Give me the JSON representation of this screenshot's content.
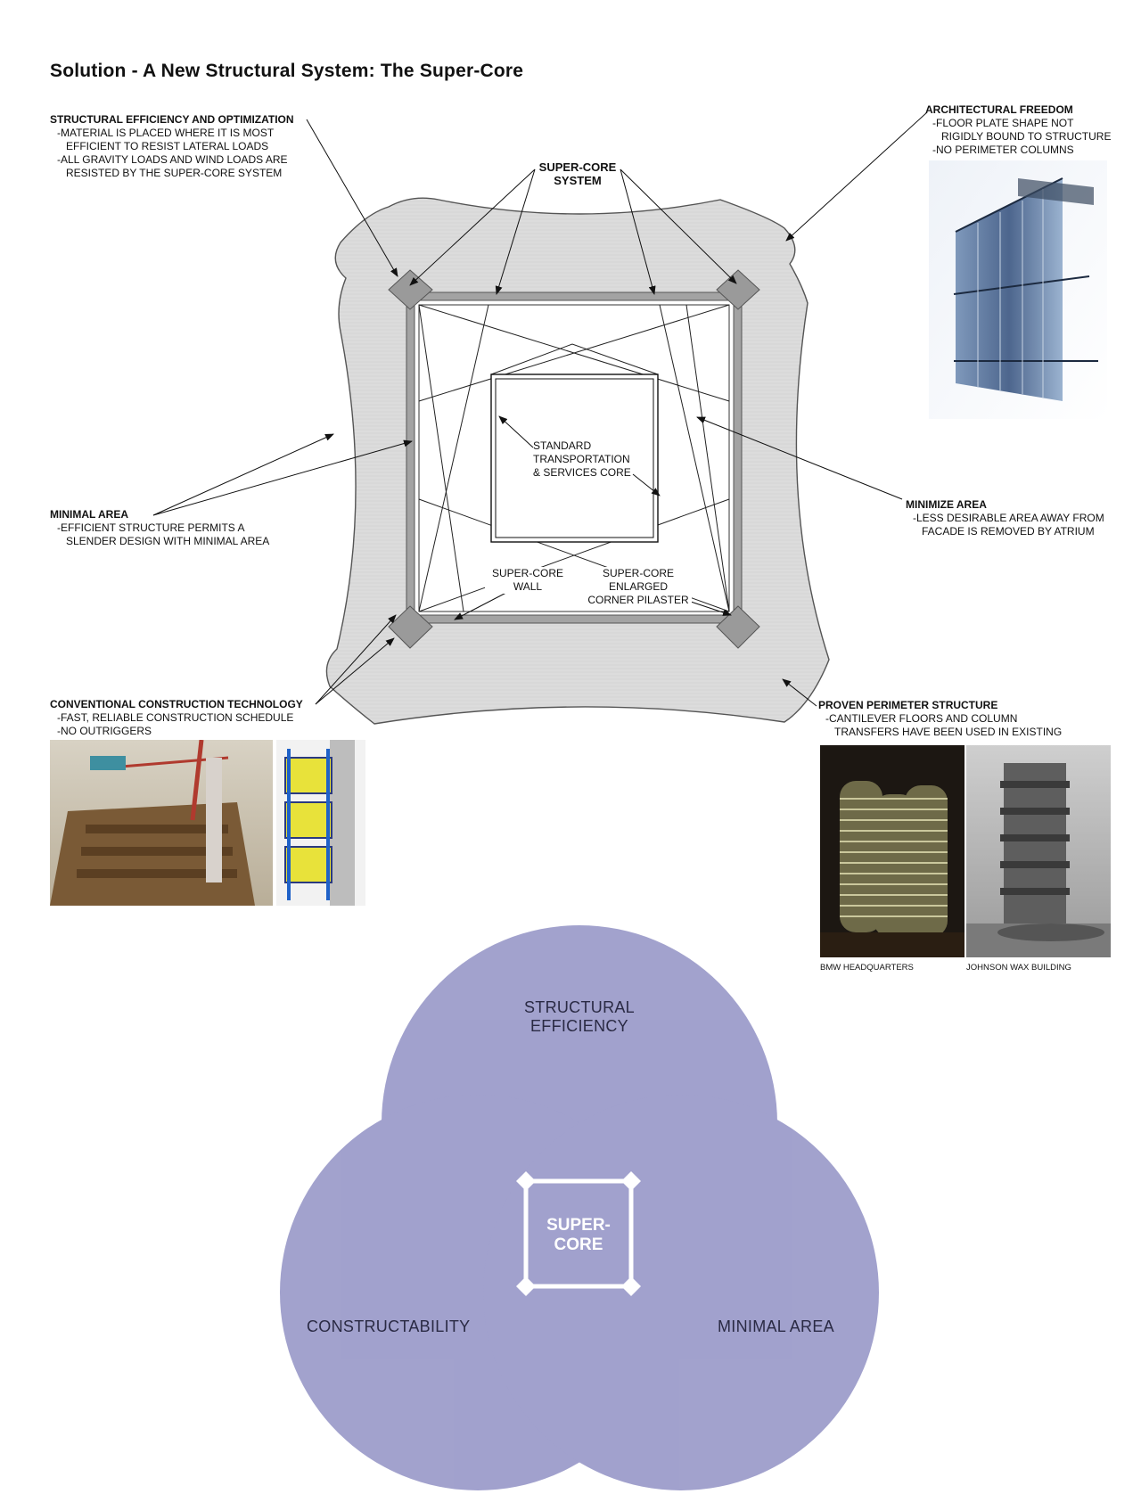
{
  "title": "Solution - A New Structural System: The Super-Core",
  "notes": {
    "structural_efficiency": {
      "heading": "STRUCTURAL EFFICIENCY AND OPTIMIZATION",
      "lines": [
        "-MATERIAL IS PLACED WHERE IT IS MOST",
        "EFFICIENT TO RESIST LATERAL LOADS",
        "-ALL GRAVITY LOADS AND WIND LOADS ARE",
        "RESISTED BY THE SUPER-CORE SYSTEM"
      ]
    },
    "architectural_freedom": {
      "heading": "ARCHITECTURAL FREEDOM",
      "lines": [
        "-FLOOR PLATE SHAPE NOT",
        "RIGIDLY BOUND TO STRUCTURE",
        "-NO PERIMETER COLUMNS"
      ]
    },
    "minimal_area": {
      "heading": "MINIMAL AREA",
      "lines": [
        "-EFFICIENT STRUCTURE PERMITS A",
        "SLENDER DESIGN WITH MINIMAL AREA"
      ]
    },
    "minimize_area": {
      "heading": "MINIMIZE AREA",
      "lines": [
        "-LESS DESIRABLE AREA AWAY FROM",
        "FACADE IS REMOVED BY ATRIUM"
      ]
    },
    "conventional_construction": {
      "heading": "CONVENTIONAL CONSTRUCTION TECHNOLOGY",
      "lines": [
        "-FAST, RELIABLE CONSTRUCTION SCHEDULE",
        "-NO OUTRIGGERS"
      ]
    },
    "proven_perimeter": {
      "heading": "PROVEN PERIMETER STRUCTURE",
      "lines": [
        "-CANTILEVER FLOORS AND COLUMN",
        "TRANSFERS HAVE BEEN USED IN EXISTING"
      ]
    }
  },
  "plan_labels": {
    "super_core_system": [
      "SUPER-CORE",
      "SYSTEM"
    ],
    "standard_core": [
      "STANDARD",
      "TRANSPORTATION",
      "& SERVICES CORE"
    ],
    "super_core_wall": [
      "SUPER-CORE",
      "WALL"
    ],
    "corner_pilaster": [
      "SUPER-CORE",
      "ENLARGED",
      "CORNER PILASTER"
    ]
  },
  "photo_captions": {
    "bmw": "BMW HEADQUARTERS",
    "johnson": "JOHNSON WAX BUILDING"
  },
  "venn": {
    "top": "STRUCTURAL EFFICIENCY",
    "left": "CONSTRUCTABILITY",
    "right": "MINIMAL AREA",
    "center": [
      "SUPER-",
      "CORE"
    ]
  },
  "colors": {
    "circle": "#7a7ab8",
    "venn_center": "#4a4e9a",
    "floor_plate": "#d9d9d9",
    "wall": "#9a9a9a"
  }
}
